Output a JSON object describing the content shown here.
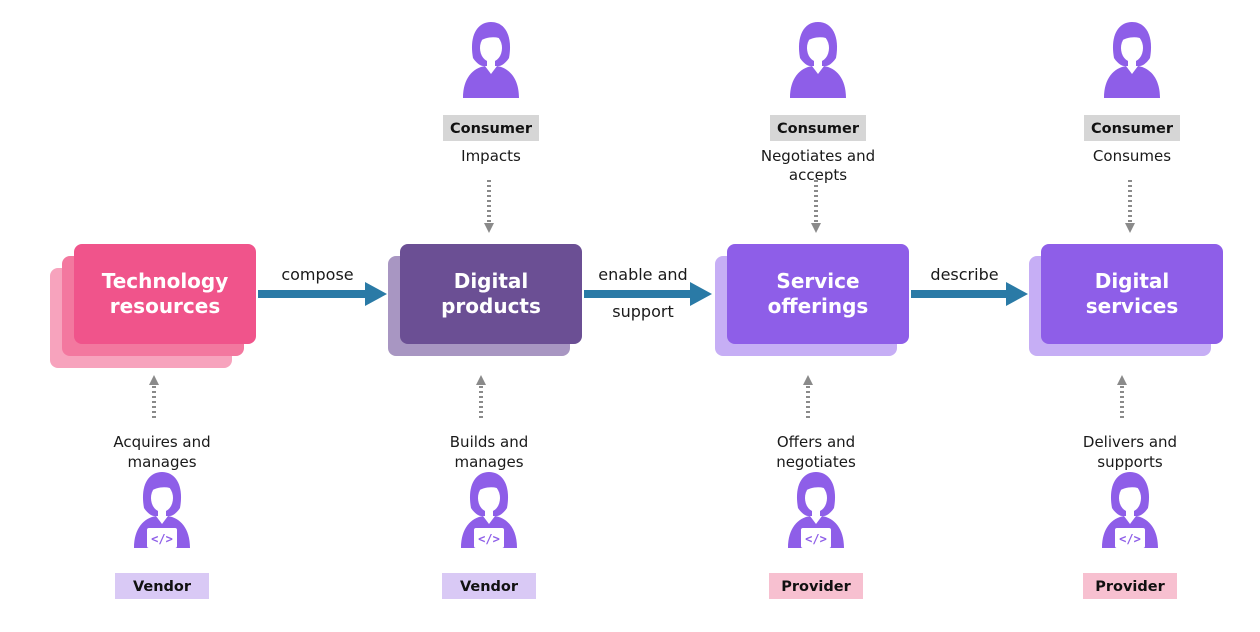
{
  "colors": {
    "tech_front": "#f0548b",
    "tech_back1": "#f3789f",
    "tech_back2": "#f7a3bd",
    "products_front": "#6b4f94",
    "products_back": "#a896c2",
    "service_front": "#8e5ee8",
    "service_back": "#c6aef5",
    "arrow": "#2a7aa6",
    "dotted_arrow": "#8a8a8a",
    "person": "#8e5ee8",
    "consumer_tag": "#d6d6d6",
    "vendor_tag": "#d9c9f5",
    "provider_tag": "#f7c0d0"
  },
  "stages": [
    {
      "title_lines": [
        "Technology",
        "resources"
      ],
      "style": "tech",
      "consumer": null,
      "bottom_action_lines": [
        "Acquires and",
        "manages"
      ],
      "bottom_role": "Vendor",
      "bottom_role_type": "vendor",
      "bottom_icon": "developer-person-icon"
    },
    {
      "title_lines": [
        "Digital",
        "products"
      ],
      "style": "products",
      "consumer": {
        "role": "Consumer",
        "action_lines": [
          "Impacts"
        ],
        "icon": "consumer-person-icon"
      },
      "bottom_action_lines": [
        "Builds and",
        "manages"
      ],
      "bottom_role": "Vendor",
      "bottom_role_type": "vendor",
      "bottom_icon": "developer-person-icon"
    },
    {
      "title_lines": [
        "Service",
        "offerings"
      ],
      "style": "service",
      "consumer": {
        "role": "Consumer",
        "action_lines": [
          "Negotiates and",
          "accepts"
        ],
        "icon": "consumer-person-icon"
      },
      "bottom_action_lines": [
        "Offers and",
        "negotiates"
      ],
      "bottom_role": "Provider",
      "bottom_role_type": "provider",
      "bottom_icon": "developer-person-icon"
    },
    {
      "title_lines": [
        "Digital",
        "services"
      ],
      "style": "service",
      "consumer": {
        "role": "Consumer",
        "action_lines": [
          "Consumes"
        ],
        "icon": "consumer-person-icon"
      },
      "bottom_action_lines": [
        "Delivers and",
        "supports"
      ],
      "bottom_role": "Provider",
      "bottom_role_type": "provider",
      "bottom_icon": "developer-person-icon"
    }
  ],
  "connectors": [
    {
      "label_lines": [
        "compose"
      ]
    },
    {
      "label_lines": [
        "enable and",
        "support"
      ]
    },
    {
      "label_lines": [
        "describe"
      ]
    }
  ]
}
